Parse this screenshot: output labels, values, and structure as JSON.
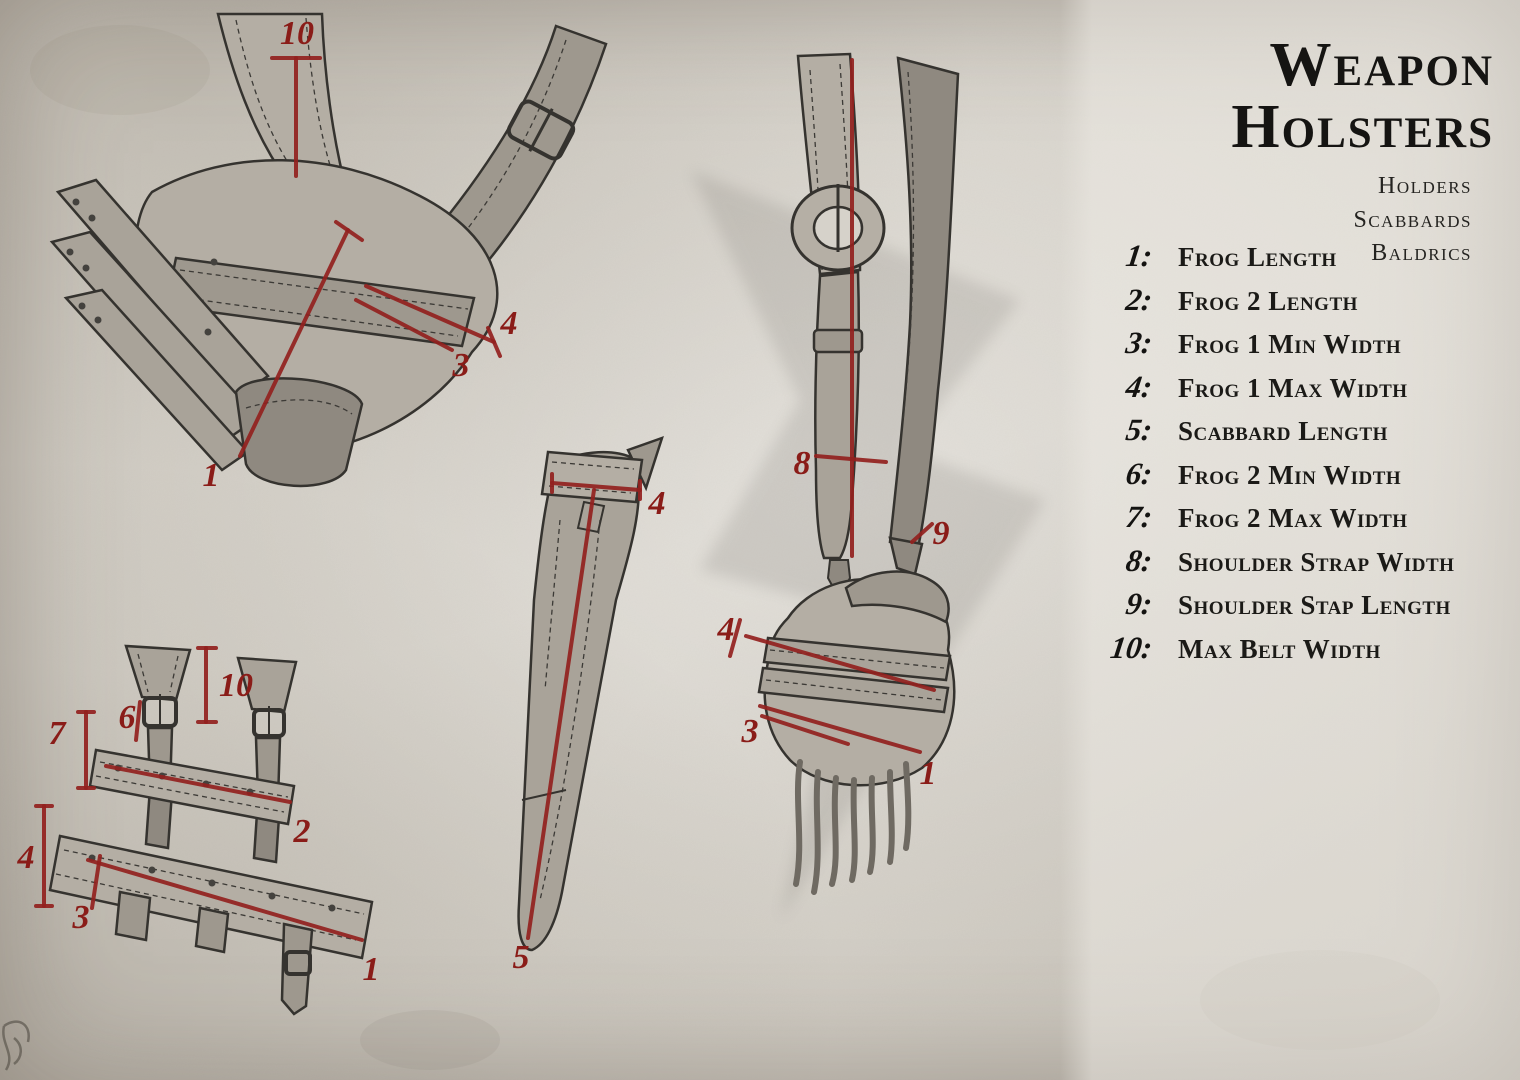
{
  "title": "Weapon Holsters",
  "subtitles": [
    "Holders",
    "Scabbards",
    "Baldrics"
  ],
  "legend": [
    {
      "num": "1:",
      "label": "Frog Length"
    },
    {
      "num": "2:",
      "label": "Frog 2 Length"
    },
    {
      "num": "3:",
      "label": "Frog 1 Min Width"
    },
    {
      "num": "4:",
      "label": "Frog 1 Max Width"
    },
    {
      "num": "5:",
      "label": "Scabbard Length"
    },
    {
      "num": "6:",
      "label": "Frog 2 Min Width"
    },
    {
      "num": "7:",
      "label": "Frog 2 Max Width"
    },
    {
      "num": "8:",
      "label": "Shoulder Strap Width"
    },
    {
      "num": "9:",
      "label": "Shoulder Stap Length"
    },
    {
      "num": "10:",
      "label": "Max Belt Width"
    }
  ],
  "markers": {
    "frog1_belt_width": "10",
    "frog1_max_width": "4",
    "frog1_min_width": "3",
    "frog1_length": "1",
    "scabbard_max_width": "4",
    "scabbard_length": "5",
    "shoulder_strap_width": "8",
    "shoulder_strap_length": "9",
    "baldric_frog_max_width": "4",
    "baldric_frog_min_width": "3",
    "baldric_frog_length": "1",
    "leg_belt_width": "10",
    "leg_frog2_min_width": "6",
    "leg_frog2_max_width": "7",
    "leg_frog1_max_width": "4",
    "leg_frog2_length": "2",
    "leg_frog1_min_width": "3",
    "leg_frog1_length": "1"
  },
  "colors": {
    "annotation_red": "#93211e",
    "ink": "#34322e",
    "paper": "#d8d3cb"
  }
}
